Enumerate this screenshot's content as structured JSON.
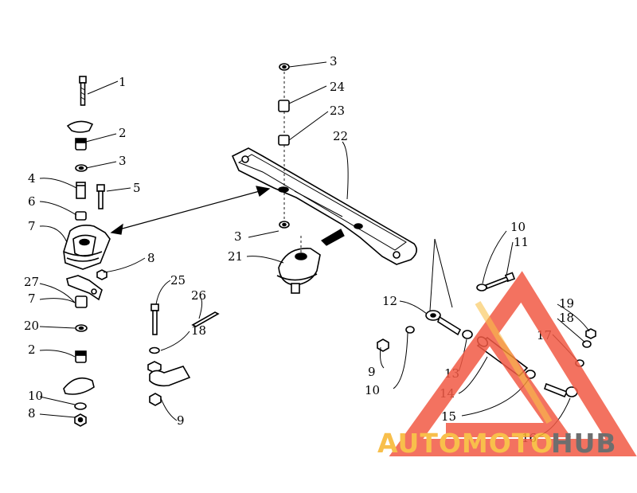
{
  "diagram": {
    "callouts": [
      "1",
      "2",
      "3",
      "4",
      "5",
      "6",
      "7",
      "8",
      "27",
      "7",
      "20",
      "2",
      "10",
      "8",
      "25",
      "26",
      "18",
      "9",
      "3",
      "24",
      "23",
      "22",
      "3",
      "21",
      "10",
      "11",
      "12",
      "19",
      "18",
      "17",
      "9",
      "10",
      "13",
      "14",
      "15",
      "16"
    ]
  },
  "watermark": {
    "text_part1": "AUTOMOTO",
    "text_part2": "HUB",
    "color_primary": "#f25a45",
    "color_secondary": "#f7b52c",
    "color_text_dark": "#555555"
  }
}
